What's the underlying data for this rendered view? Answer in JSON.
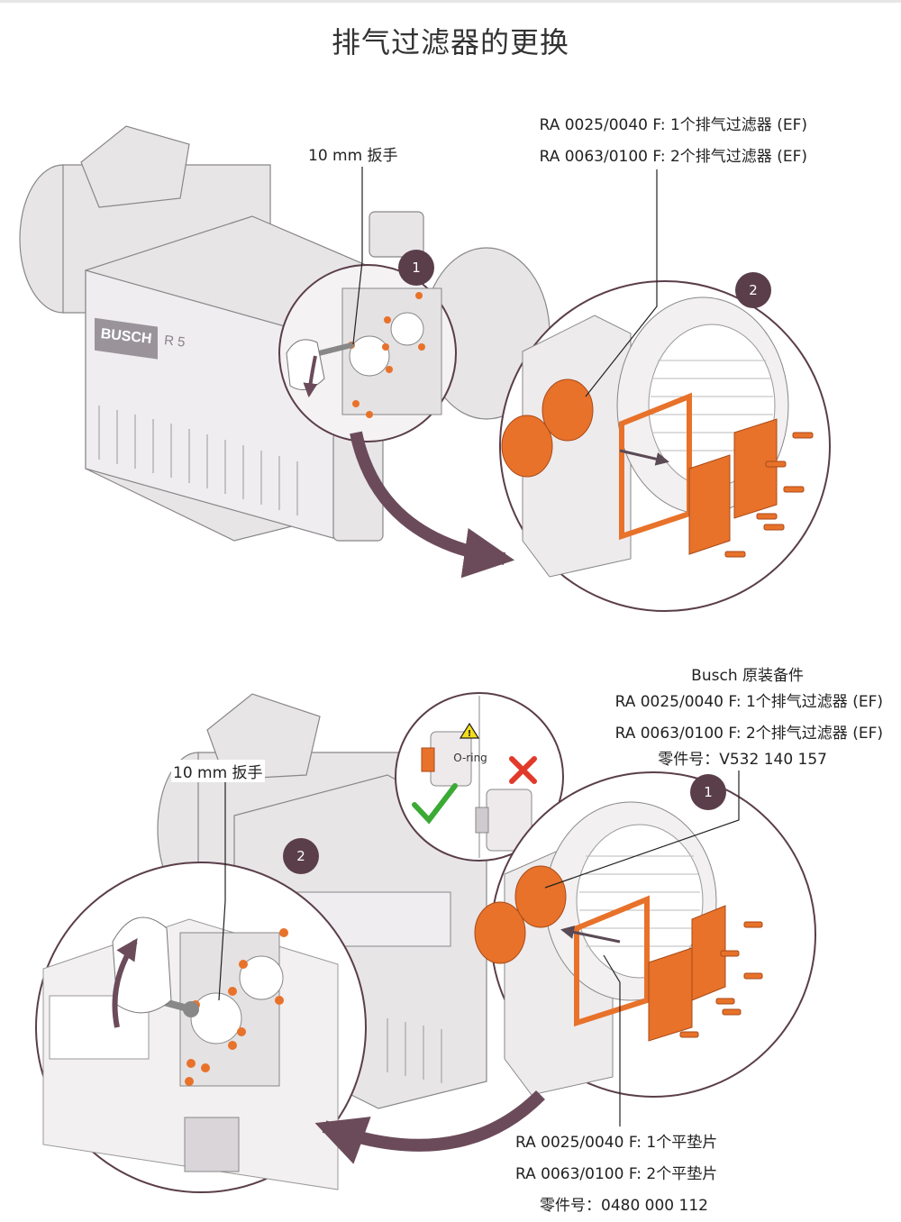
{
  "title": "排气过滤器的更换",
  "colors": {
    "accent": "#e8722a",
    "circle_border": "#5a3e4a",
    "arrow": "#6b4b5a",
    "ok": "#3aaa35",
    "no": "#e23a2a"
  },
  "top": {
    "wrench": "10 mm 扳手",
    "filter_line1": "RA 0025/0040 F: 1个排气过滤器 (EF)",
    "filter_line2": "RA 0063/0100 F: 2个排气过滤器 (EF)",
    "brand": "BUSCH",
    "model": "R 5",
    "step1": "1",
    "step2": "2"
  },
  "bottom": {
    "parts_title": "Busch 原装备件",
    "filter_line1": "RA 0025/0040 F: 1个排气过滤器 (EF)",
    "filter_line2": "RA 0063/0100 F: 2个排气过滤器 (EF)",
    "filter_part": "零件号：V532 140 157",
    "wrench": "10 mm 扳手",
    "oring": "O-ring",
    "gasket_line1": "RA 0025/0040 F: 1个平垫片",
    "gasket_line2": "RA 0063/0100 F: 2个平垫片",
    "gasket_part": "零件号：0480 000 112",
    "step1": "1",
    "step2": "2"
  }
}
